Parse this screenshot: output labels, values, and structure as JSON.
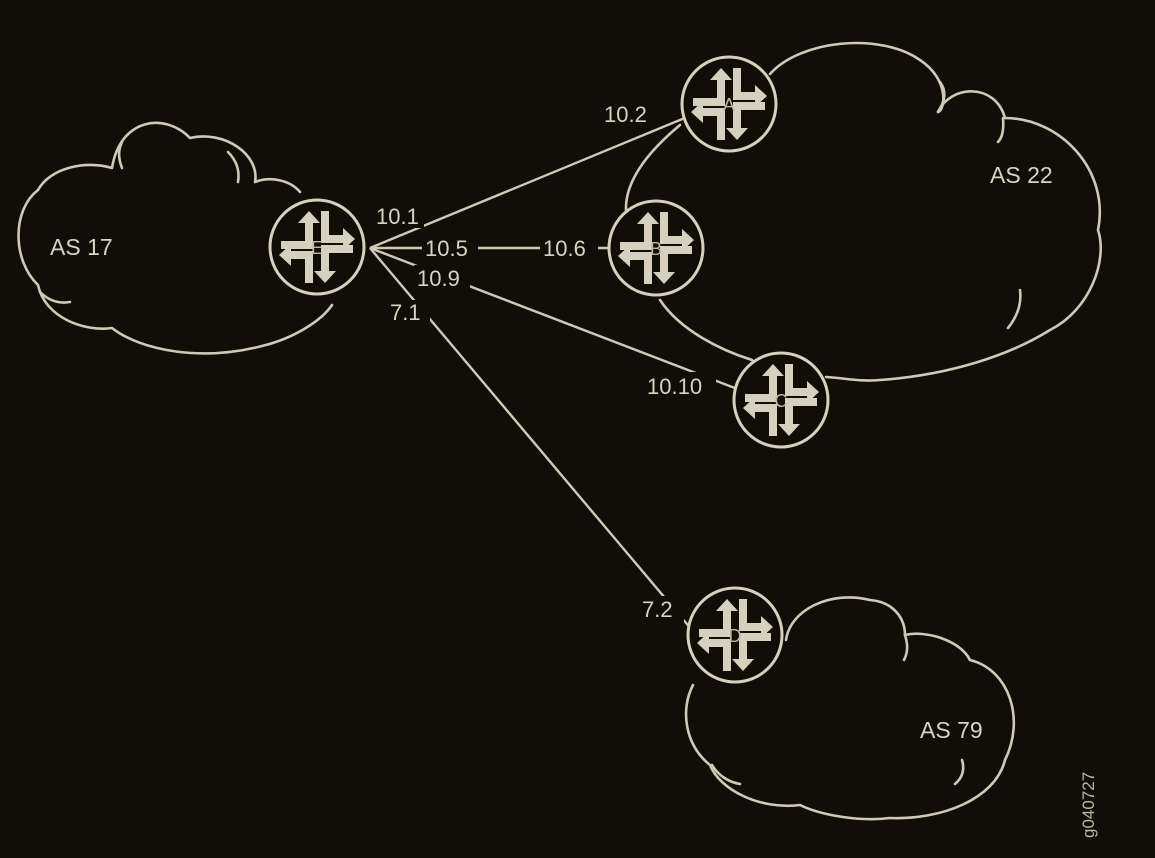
{
  "as_labels": {
    "as17": "AS 17",
    "as22": "AS 22",
    "as79": "AS 79"
  },
  "routers": {
    "a": "A",
    "b": "B",
    "c": "C",
    "d": "D",
    "e": "E"
  },
  "interfaces": {
    "e_to_a": "10.1",
    "a_to_e": "10.2",
    "e_to_b": "10.5",
    "b_to_e": "10.6",
    "e_to_c": "10.9",
    "c_to_e": "10.10",
    "e_to_d": "7.1",
    "d_to_e": "7.2"
  },
  "figure_id": "g040727",
  "colors": {
    "background": "#110e07",
    "line": "#cfcab8",
    "text": "#d8d3c2"
  }
}
